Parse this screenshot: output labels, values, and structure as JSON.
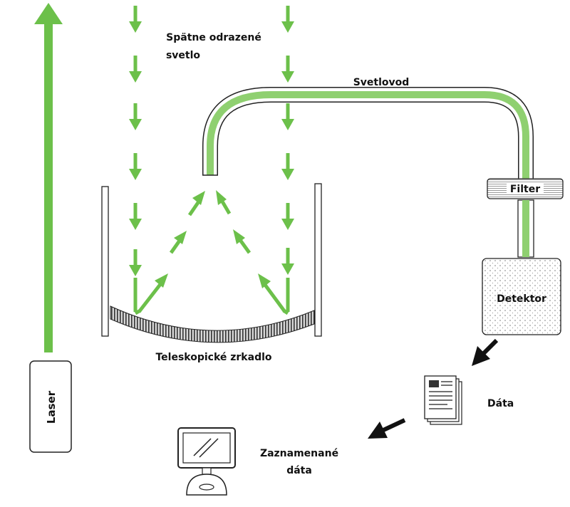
{
  "labels": {
    "backscatter_line1": "Spätne odrazené",
    "backscatter_line2": "svetlo",
    "light_guide": "Svetlovod",
    "filter": "Filter",
    "detector": "Detektor",
    "mirror": "Teleskopické zrkadlo",
    "laser": "Laser",
    "data": "Dáta",
    "recorded_line1": "Zaznamenané",
    "recorded_line2": "dáta"
  },
  "colors": {
    "light": "#6cc04a",
    "outline": "#222222",
    "arrow": "#111111",
    "background": "#ffffff"
  },
  "icons": [
    "document-stack-icon",
    "computer-monitor-icon"
  ]
}
